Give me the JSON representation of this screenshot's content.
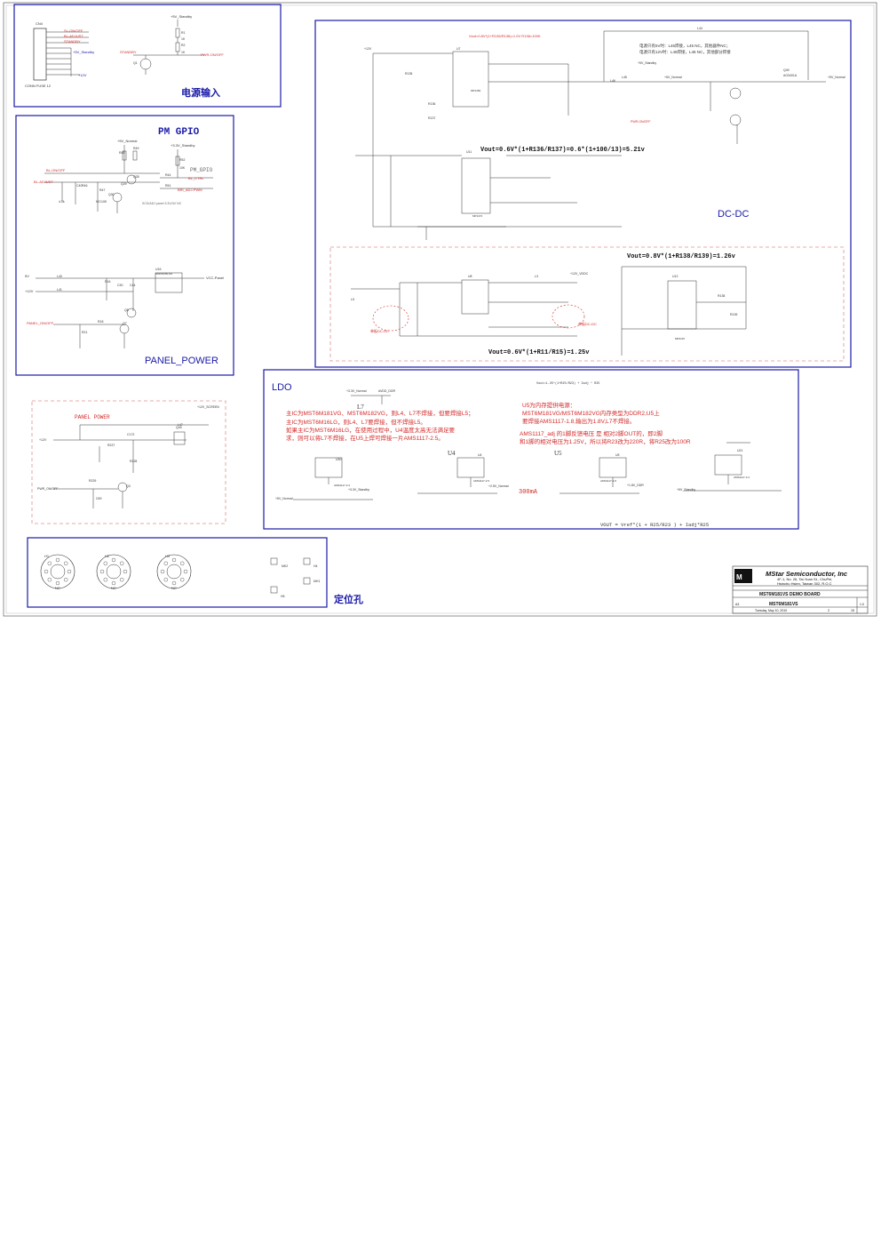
{
  "sections": {
    "power_input": "电源输入",
    "pm_gpio": "PM GPIO",
    "panel_power": "PANEL_POWER",
    "dcdc": "DC-DC",
    "ldo": "LDO",
    "mounting_holes": "定位孔"
  },
  "power_input": {
    "connector": "CN4",
    "connector_part": "CONN FUSE 12",
    "pins": [
      "SL-ON/OFF",
      "BL-ADJUST",
      "STANDBY",
      "+5V_Standby",
      "+12V"
    ],
    "rail": "+5V_Standby",
    "signals": [
      "STANDBY",
      "PWR-ON/OFF"
    ],
    "parts": [
      "R1",
      "R2",
      "Q1",
      "1K",
      "1K"
    ]
  },
  "pm_gpio": {
    "rails": [
      "+5V_Normal",
      "+3.3V_Standby"
    ],
    "signals": [
      "BL-ON/OFF",
      "BL-ADJUST",
      "BL_CTRL",
      "BRI_ADJ-PWM",
      "PM_GPIO"
    ],
    "parts": [
      "R48",
      "R49",
      "R46",
      "R47",
      "R44",
      "R51",
      "R52",
      "Q28",
      "Q29",
      "Q30",
      "C40",
      "4.7k",
      "NC/10K",
      "10K"
    ],
    "note": "SCD/ADJ panel 3.3V,NV NC"
  },
  "panel_power": {
    "rails": [
      "5V",
      "+12V",
      "VCC-Panel",
      "PANEL_ON/OFF"
    ],
    "parts": [
      "L40",
      "L41",
      "U16",
      "R16",
      "C30",
      "C44",
      "R21",
      "Q7",
      "Q8",
      "R18"
    ],
    "ic": "DMP3035LSS"
  },
  "dcdc": {
    "notes": [
      "Vout=0.8V*(1+R135/R136)=1.0V   R138=100K",
      "电源只有5V时：L46焊接，L45 NC，其他器件NC；",
      "电源只有12V时：L45焊接，L46 NC，其他部分焊接"
    ],
    "formula1": "Vout=0.6V*(1+R136/R137)=0.6*(1+100/13)=5.21v",
    "formula2": "Vout=0.8V*(1+R138/R139)=1.26v",
    "formula3": "Vout=0.6V*(1+R11/R15)=1.25v",
    "rails": [
      "+12V",
      "+5V_Standby",
      "+5V_Normal",
      "+12V_VDDC",
      "+5V_Normal",
      "PWR-ON/OFF"
    ],
    "parts": [
      "U7",
      "U11",
      "U8",
      "U12",
      "L44",
      "L45",
      "L46",
      "L3",
      "L5",
      "Q49",
      "AO3401A",
      "MP1484",
      "MP1472",
      "MP2115",
      "R135",
      "R136",
      "R137",
      "R138",
      "R139"
    ],
    "tags": [
      "单板DC-DC",
      "单板DC-DC"
    ]
  },
  "ldo": {
    "notes": [
      "主IC为MST6M181VG、MST6M182VG，则L4、L7不焊接，但要焊接L5；",
      "主IC为MST6M16LG，则L4、L7要焊接，但不焊接L5。",
      "如果主IC为MST6M16LG，在使用过程中，U4温度太高无法满足要",
      "求，则可以将L7不焊接，在U5上焊可焊接一片AMS1117-2.5。"
    ],
    "notes_right": [
      "U5为内存提供电源：",
      "MST6M181VG/MST6M182VG内存类型为DDR2,U5上",
      "要焊接AMS1117-1.8,输出为1.8V,L7不焊接。",
      "AMS1117_adj 的1脚反馈电压 是 相对2脚OUT的，即2脚",
      "和1脚的相对电压为1.25V，所以将R23改为220R，将R25改为100R"
    ],
    "vref_note": "Vout=1.25*(1+R25/R23) + Iadj * R25",
    "vout_formula": "VOUT = Vref*(1 + R25/R23 ) + Iadj*R25",
    "current": "300mA",
    "regulators": [
      "U4",
      "U5"
    ],
    "label_l7": "L7",
    "rails": [
      "+3.3V_Normal",
      "AVDD_DDR",
      "+5V_Normal",
      "+3.3V_Standby",
      "+2.5V_Normal",
      "+1.8V_DDR",
      "+5V_Standby"
    ],
    "parts": [
      "U30",
      "U4",
      "U5",
      "U21",
      "AMS1117-3.3",
      "AMS1117-2.5",
      "AMS1117-1.8",
      "AMS1117-3.3"
    ]
  },
  "panel_power_box": {
    "title": "PANEL POWER",
    "rails": [
      "+12V",
      "+12V_SCREEN",
      "PWR_ON/OFF"
    ],
    "parts": [
      "C172",
      "R227",
      "R228",
      "R229",
      "Q3",
      "Q49",
      "C69",
      "L47"
    ]
  },
  "holes": {
    "large": [
      "H1",
      "H2",
      "H3"
    ],
    "small": [
      "MK2",
      "H4",
      "MH1",
      "H5"
    ],
    "nc": "NC"
  },
  "title_block": {
    "company": "MStar Semiconductor, Inc",
    "address1": "4F-1, No. 26, Tai-Yuan St., ChuPei,",
    "address2": "Hsinchu Hsien, Taiwan 302, R.O.C",
    "board": "MST6M181VS DEMO BOARD",
    "doc": "MST6M181VS",
    "date": "Tuesday, May 10, 2010",
    "rev": "1.0",
    "sheet": "2",
    "of": "15",
    "size": "A3"
  },
  "colors": {
    "box": "#1a1aa8",
    "wire": "#333333",
    "red": "#d42a2a",
    "label": "#1a1aa8",
    "dashed": "#e09090"
  }
}
